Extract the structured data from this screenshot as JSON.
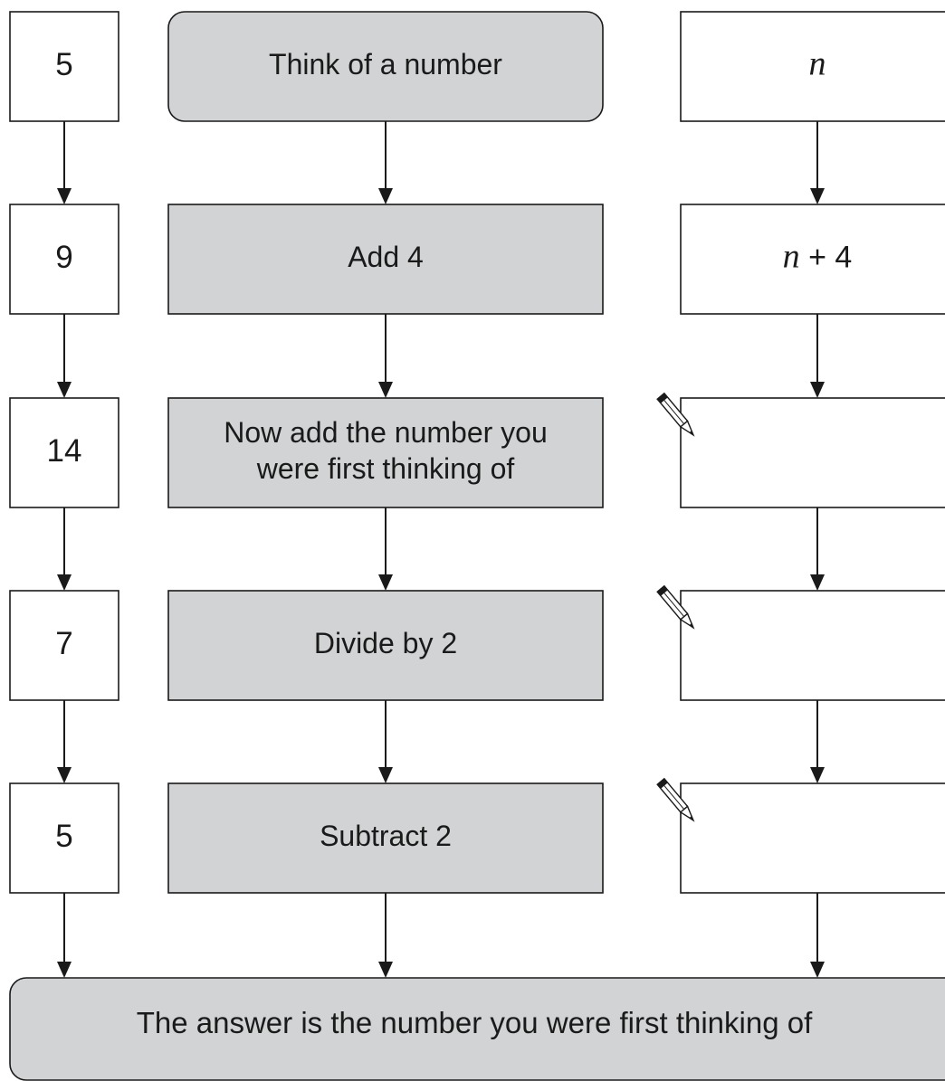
{
  "numbers": [
    "5",
    "9",
    "14",
    "7",
    "5"
  ],
  "steps": [
    [
      "Think of a number"
    ],
    [
      "Add 4"
    ],
    [
      "Now add the number you",
      "were first thinking of"
    ],
    [
      "Divide by 2"
    ],
    [
      "Subtract 2"
    ]
  ],
  "algebra": [
    {
      "var": "n",
      "rest": ""
    },
    {
      "var": "n",
      "rest": " + 4"
    },
    {
      "var": "",
      "rest": ""
    },
    {
      "var": "",
      "rest": ""
    },
    {
      "var": "",
      "rest": ""
    }
  ],
  "pencil_marks": [
    false,
    false,
    true,
    true,
    true
  ],
  "final": "The answer is the number you were first thinking of",
  "colors": {
    "step_fill": "#d1d3d4",
    "box_fill": "#ffffff",
    "stroke": "#1a1a1a"
  },
  "icons": {
    "pencil": "pencil-icon",
    "arrow": "arrow-down-icon"
  }
}
